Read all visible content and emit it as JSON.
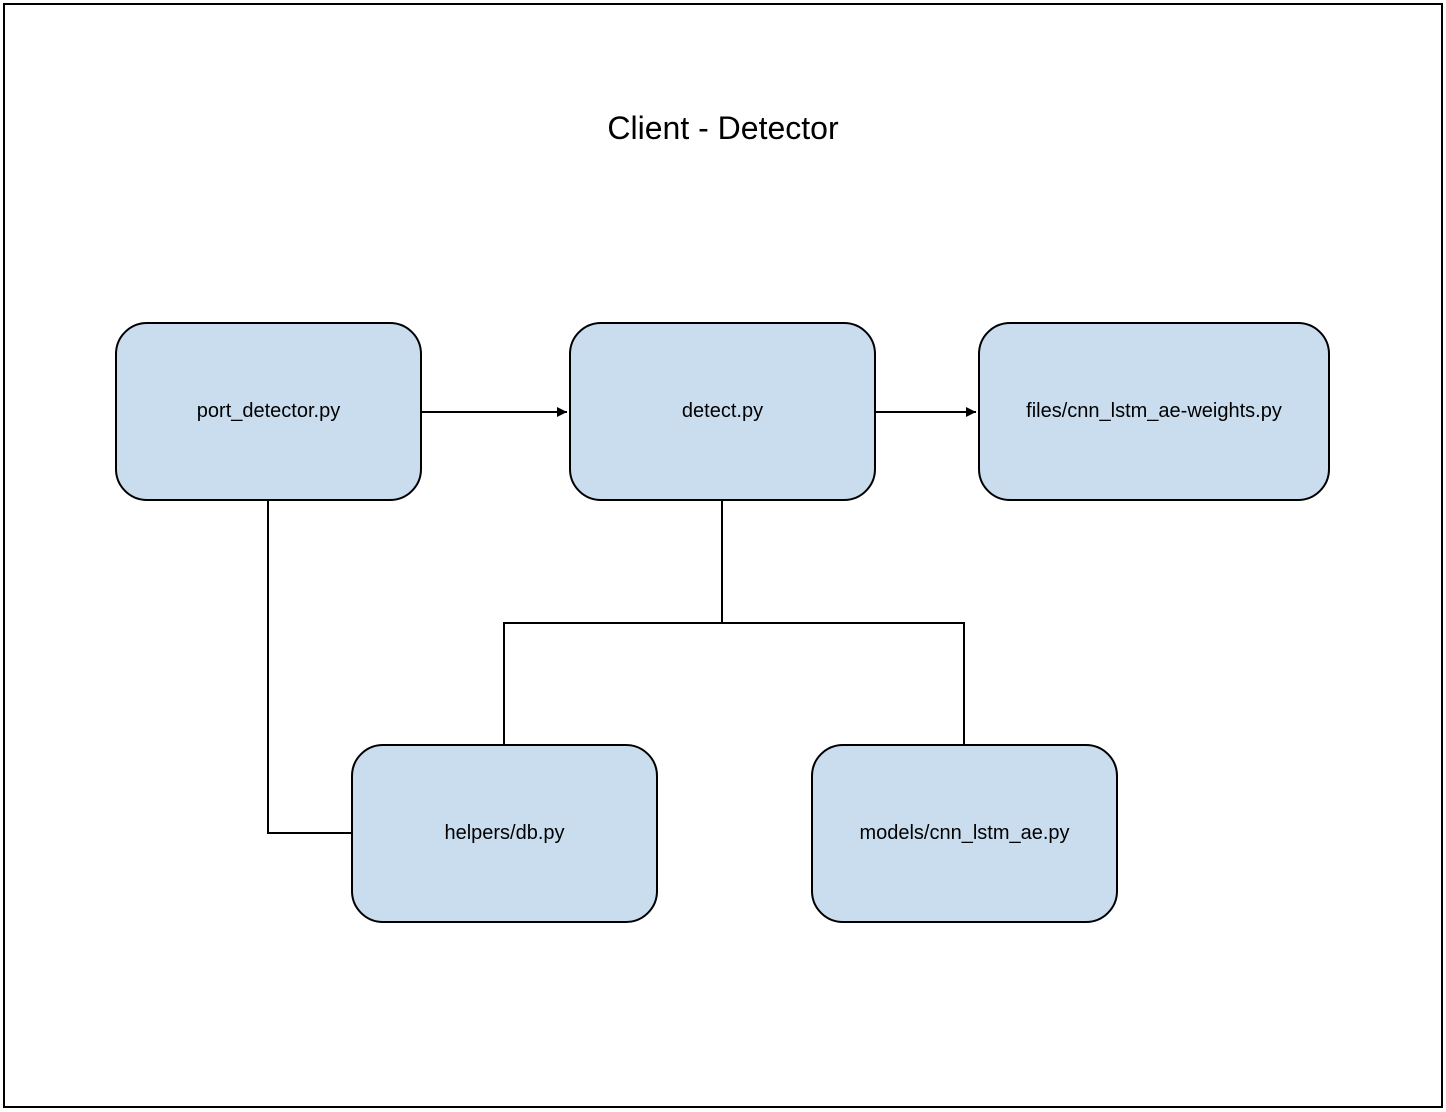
{
  "diagram": {
    "title": "Client - Detector",
    "node_fill": "#c9ddef",
    "stroke_color": "#000000",
    "nodes": {
      "port_detector": {
        "label": "port_detector.py"
      },
      "detect": {
        "label": "detect.py"
      },
      "weights": {
        "label": "files/cnn_lstm_ae-weights.py"
      },
      "db": {
        "label": "helpers/db.py"
      },
      "model": {
        "label": "models/cnn_lstm_ae.py"
      }
    },
    "edges": [
      {
        "from": "port_detector",
        "to": "detect",
        "arrow": true
      },
      {
        "from": "detect",
        "to": "weights",
        "arrow": true
      },
      {
        "from": "detect",
        "to": "db",
        "arrow": false
      },
      {
        "from": "detect",
        "to": "model",
        "arrow": false
      },
      {
        "from": "port_detector",
        "to": "db",
        "arrow": false
      }
    ]
  }
}
